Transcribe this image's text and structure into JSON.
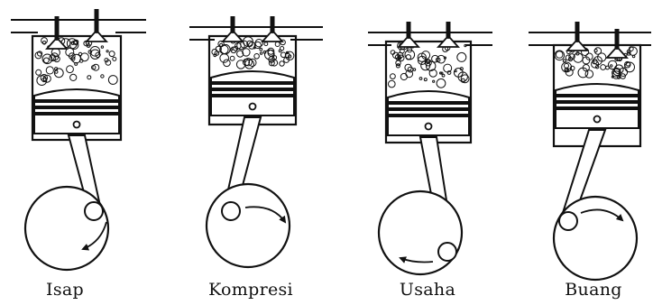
{
  "figure": {
    "stages": [
      {
        "label": "Isap"
      },
      {
        "label": "Kompresi"
      },
      {
        "label": "Usaha"
      },
      {
        "label": "Buang"
      }
    ]
  },
  "colors": {
    "ink": "#111111",
    "paper": "#ffffff"
  }
}
